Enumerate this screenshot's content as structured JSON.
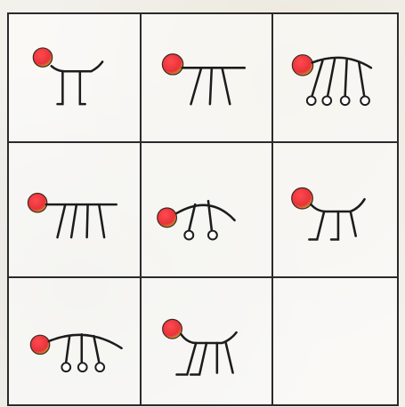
{
  "colors": {
    "head": "#e8323a",
    "head_rim": "#d8a040",
    "line": "#1c1c1c",
    "grid": "#2a2a2a"
  },
  "cells": [
    {
      "figure": "dog-standing"
    },
    {
      "figure": "creature-three-legs"
    },
    {
      "figure": "creature-four-wheels"
    },
    {
      "figure": "creature-four-legs"
    },
    {
      "figure": "creature-two-wheels"
    },
    {
      "figure": "dog-standing"
    },
    {
      "figure": "creature-three-wheels"
    },
    {
      "figure": "dog-four-legs"
    },
    {
      "figure": "empty"
    }
  ]
}
